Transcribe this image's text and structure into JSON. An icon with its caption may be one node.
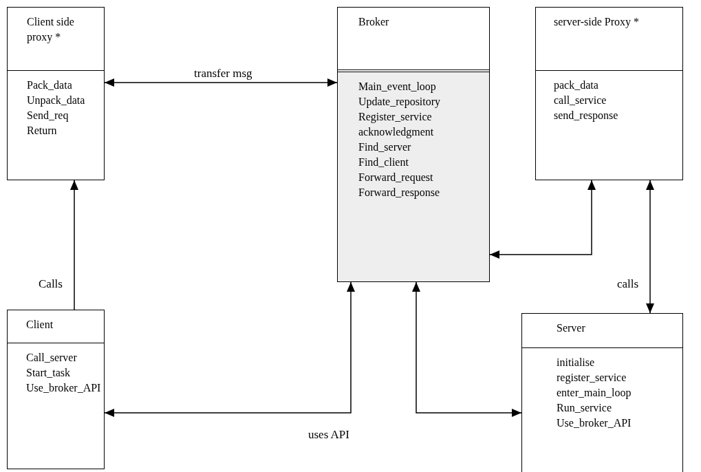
{
  "diagram": {
    "nodes": [
      {
        "text": [
          "Client side proxy *",
          "Pack_data",
          "Unpack_data",
          "Send_req",
          "Return"
        ]
      },
      {
        "text": [
          "Broker",
          "Main_event_loop",
          "Update_repository",
          "Register_service",
          "acknowledgment",
          "Find_server",
          "Find_client",
          "Forward_request",
          "Forward_response"
        ]
      },
      {
        "text": [
          "server-side Proxy *",
          "pack_data",
          "call_service",
          "send_response"
        ]
      },
      {
        "text": [
          "Client",
          "Call_server",
          "Start_task",
          "Use_broker_API"
        ]
      },
      {
        "text": [
          "Server",
          "initialise",
          "register_service",
          "enter_main_loop",
          "Run_service",
          "Use_broker_API"
        ]
      }
    ],
    "edges": [
      {
        "from": 0,
        "to": 1,
        "arrow": "both",
        "label": "transfer msg"
      },
      {
        "from": 1,
        "to": 2,
        "arrow": "both"
      },
      {
        "from": 3,
        "to": 0,
        "arrow": "to",
        "label": "Calls"
      },
      {
        "from": 2,
        "to": 4,
        "arrow": "both",
        "label": "calls"
      },
      {
        "from": 3,
        "to": 1,
        "arrow": "both",
        "label": "uses API"
      },
      {
        "from": 1,
        "to": 4,
        "arrow": "both"
      }
    ]
  }
}
